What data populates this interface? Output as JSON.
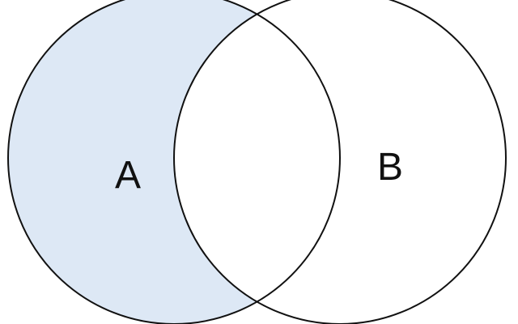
{
  "diagram": {
    "type": "venn",
    "sets": [
      {
        "id": "A",
        "label": "A",
        "shaded": true
      },
      {
        "id": "B",
        "label": "B",
        "shaded": false
      }
    ],
    "highlighted_region": "A minus B",
    "colors": {
      "background": "#ffffff",
      "highlight_fill": "#dde8f5",
      "outline": "#111111",
      "label": "#111111"
    }
  }
}
